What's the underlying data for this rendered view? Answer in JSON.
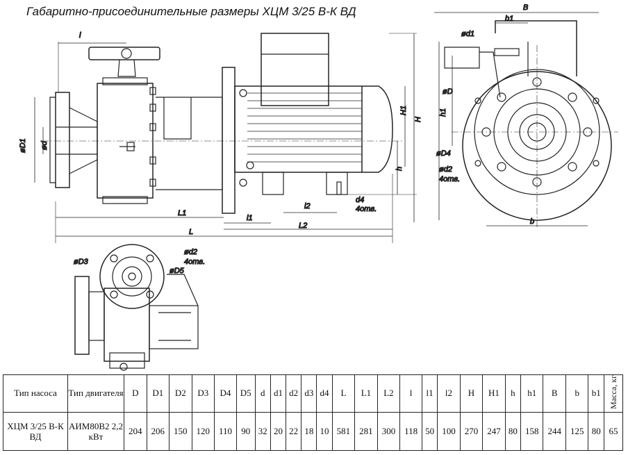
{
  "title": "Габаритно-присоединительные размеры ХЦМ 3/25 В-К ВД",
  "labels": {
    "l": "l",
    "D1": "øD1",
    "d": "ød",
    "L1": "L1",
    "L": "L",
    "l1": "l1",
    "l2": "l2",
    "L2": "L2",
    "d4": "d4",
    "d4_holes": "4отв.",
    "H1": "H1",
    "H": "H",
    "h": "h",
    "B": "B",
    "b1": "b1",
    "d1": "ød1",
    "D": "øD",
    "h1": "h1",
    "D4": "øD4",
    "d2": "ød2",
    "d2_holes": "4отв.",
    "b": "b",
    "D3": "øD3",
    "d2_bottom": "ød2",
    "d2_bottom_holes": "4отв.",
    "D5": "øD5"
  },
  "table": {
    "headers": [
      "Тип насоса",
      "Тип двигателя",
      "D",
      "D1",
      "D2",
      "D3",
      "D4",
      "D5",
      "d",
      "d1",
      "d2",
      "d3",
      "d4",
      "L",
      "L1",
      "L2",
      "l",
      "l1",
      "l2",
      "H",
      "H1",
      "h",
      "h1",
      "B",
      "b",
      "b1",
      "Масса, кг"
    ],
    "row": [
      "ХЦМ 3/25 В-К ВД",
      "АИМ80В2 2,2 кВт",
      "204",
      "206",
      "150",
      "120",
      "110",
      "90",
      "32",
      "20",
      "22",
      "18",
      "10",
      "581",
      "281",
      "300",
      "118",
      "50",
      "100",
      "270",
      "247",
      "80",
      "158",
      "244",
      "125",
      "80",
      "65"
    ]
  }
}
